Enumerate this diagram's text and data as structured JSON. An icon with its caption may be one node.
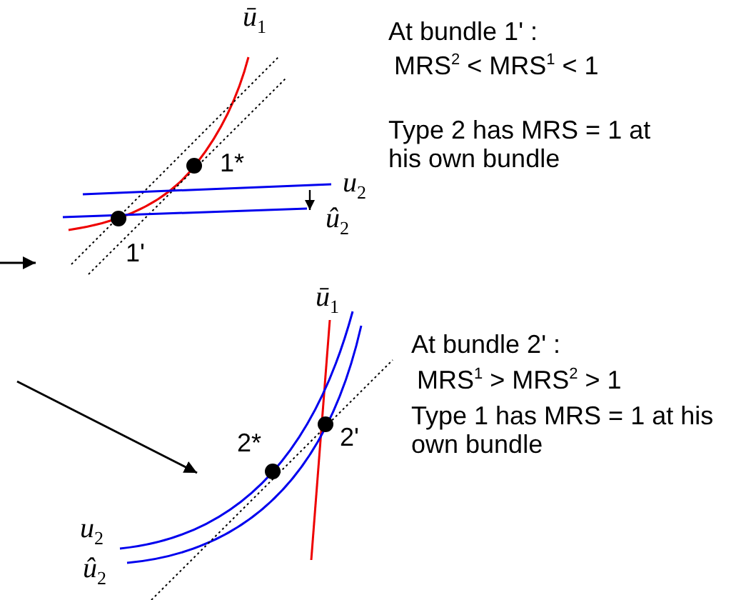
{
  "diagram": {
    "labels": [
      "ū$_{1}$",
      "At bundle 1' :",
      "MRS$^{2}$ < MRS$^{1}$ < 1",
      "1*",
      "Type 2 has MRS = 1 at his own bundle",
      "u$_{2}$",
      "û$_{2}$",
      "1'",
      "ū$_{1}$",
      "At bundle 2' :",
      "MRS$^{1}$ > MRS$^{2}$ > 1",
      "2*",
      "2'",
      "Type 1 has MRS = 1 at his own bundle",
      "u$_{2}$",
      "û$_{2}$"
    ]
  }
}
